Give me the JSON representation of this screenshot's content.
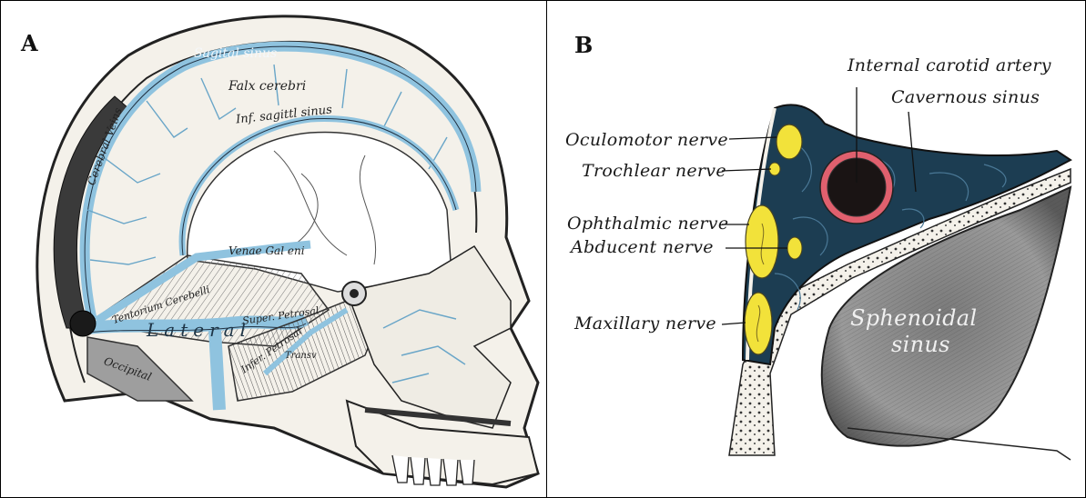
{
  "panel_a": {
    "letter": "A",
    "labels": {
      "sagittal_sinus": "Sagital sinus",
      "falx_cerebri": "Falx cerebri",
      "inf_sagittal_sinus": "Inf. sagittl sinus",
      "cerebral_veins": "Cerebral Veins",
      "venae_galeni": "Venae Gal eni",
      "tentorium": "Tentorium Cerebelli",
      "superior_petrosal": "Super. Petrosal",
      "lateral": "Lateral",
      "occipital": "Occipital",
      "inferior_petrosal": "Infer. Petrosal",
      "transverse": "Transv"
    }
  },
  "panel_b": {
    "letter": "B",
    "labels": {
      "internal_carotid": "Internal carotid artery",
      "cavernous_sinus": "Cavernous sinus",
      "oculomotor": "Oculomotor nerve",
      "trochlear": "Trochlear nerve",
      "ophthalmic": "Ophthalmic nerve",
      "abducent": "Abducent nerve",
      "maxillary": "Maxillary nerve",
      "sphenoidal_line1": "Sphenoidal",
      "sphenoidal_line2": "sinus"
    }
  },
  "colors": {
    "sinus_blue": "#8fc3df",
    "cavernous_fill": "#1c3d52",
    "nerve_yellow": "#f2e23a",
    "artery_red": "#e0606e",
    "bone": "#f4f1ea",
    "sphenoid_gray": "#8c8c8c"
  }
}
